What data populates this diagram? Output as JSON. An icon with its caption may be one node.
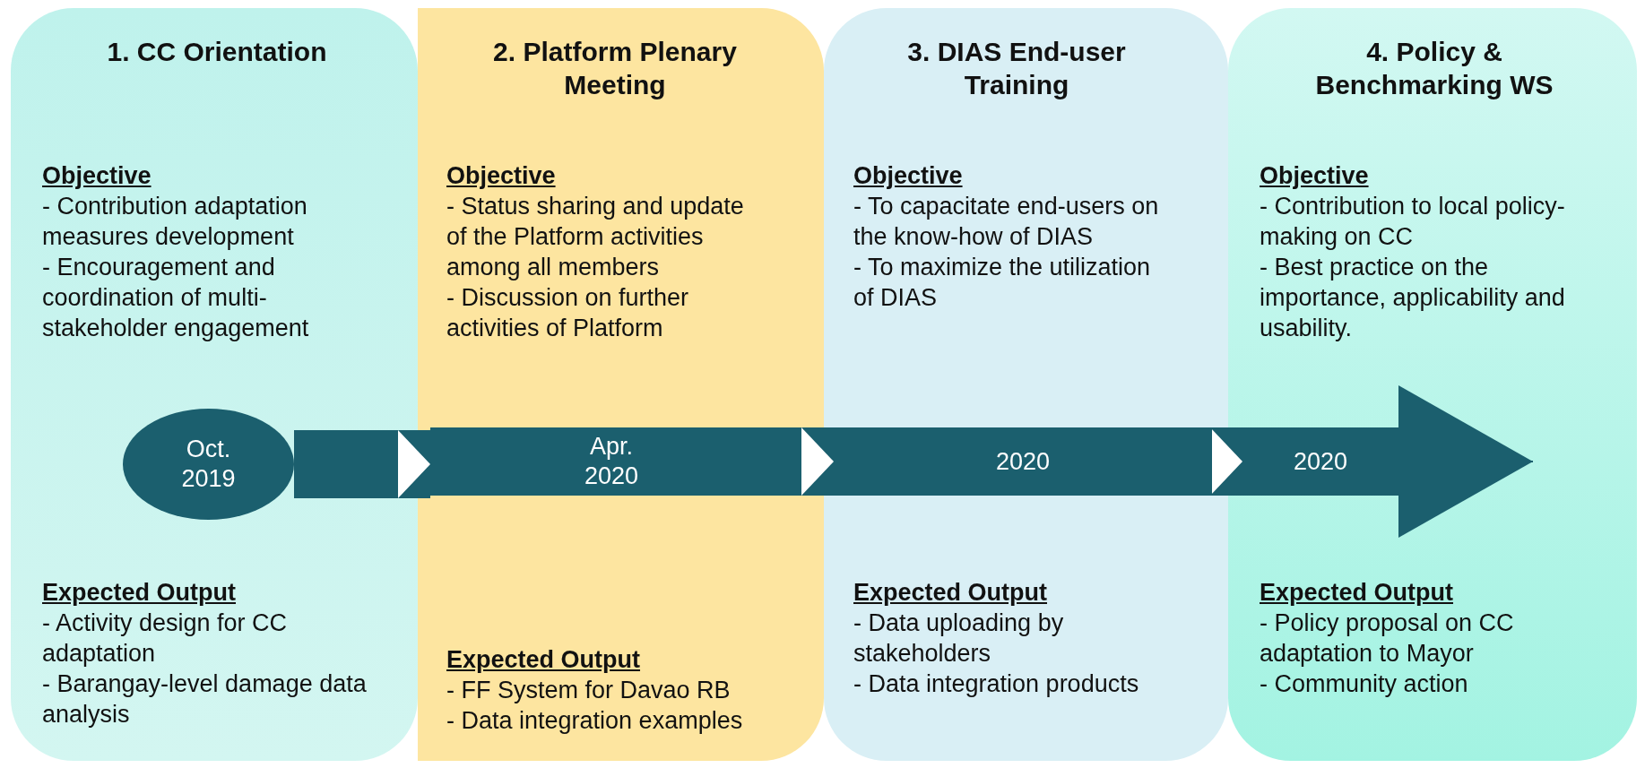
{
  "diagram": {
    "nodes": [
      {
        "text": [
          "1.  CC Orientation",
          "Objective",
          "- Contribution adaptation measures development",
          "- Encouragement and coordination of multi-stakeholder engagement",
          "Expected Output",
          "- Activity design for CC adaptation",
          "- Barangay-level damage data analysis"
        ]
      },
      {
        "text": [
          "2. Platform Plenary Meeting",
          "Objective",
          "- Status sharing and update of the Platform activities among all members",
          "- Discussion on further activities of Platform",
          "Expected Output",
          "- FF System for Davao RB",
          "- Data integration examples"
        ]
      },
      {
        "text": [
          "3. DIAS End-user Training",
          "Objective",
          "- To capacitate end-users on the know-how of DIAS",
          "- To maximize the utilization of DIAS",
          "Expected Output",
          "- Data uploading by stakeholders",
          "- Data integration products"
        ]
      },
      {
        "text": [
          "4. Policy & Benchmarking WS",
          "Objective",
          "- Contribution to local policy-making on CC",
          "- Best practice on the importance, applicability and usability.",
          "Expected Output",
          "- Policy proposal on CC adaptation to Mayor",
          "- Community action"
        ]
      },
      {
        "text": [
          "Oct. 2019"
        ],
        "in": 0
      },
      {
        "text": [
          "Apr. 2020"
        ],
        "in": 1
      },
      {
        "text": [
          "2020"
        ],
        "in": 2
      },
      {
        "text": [
          "2020"
        ],
        "in": 3
      }
    ],
    "edges": [
      {
        "from": 4,
        "to": 5,
        "arrow": "to"
      },
      {
        "from": 5,
        "to": 6,
        "arrow": "to"
      },
      {
        "from": 6,
        "to": 7,
        "arrow": "to"
      },
      {
        "from": 7,
        "to": null,
        "arrow": "to"
      }
    ]
  }
}
